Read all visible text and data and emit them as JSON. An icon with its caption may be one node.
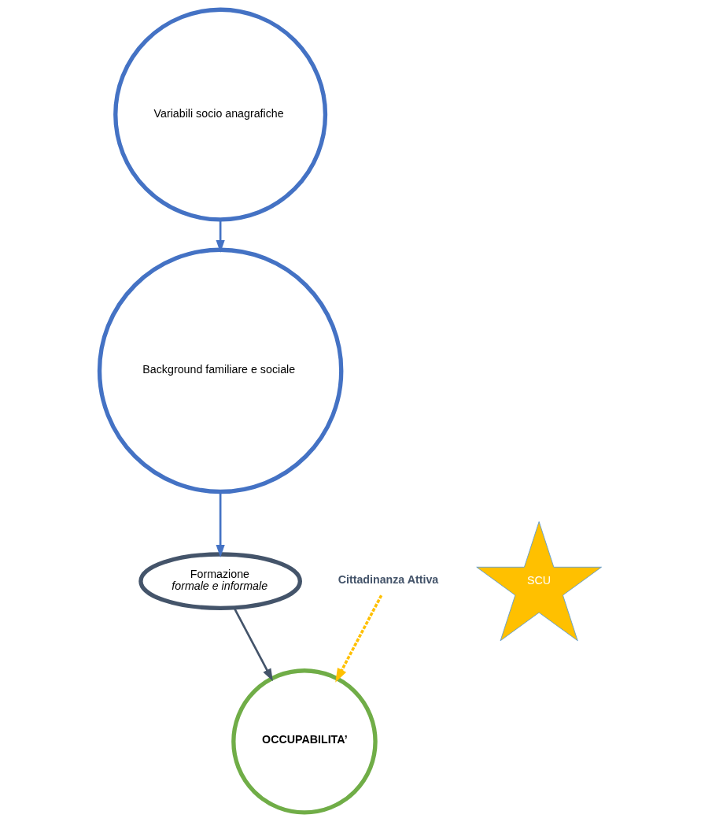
{
  "diagram": {
    "nodes": [
      {
        "text": [
          "Variabili socio anagrafiche"
        ]
      },
      {
        "text": [
          "Background familiare e sociale"
        ]
      },
      {
        "text": [
          "Formazione",
          "formale e informale"
        ]
      },
      {
        "text": [
          "Cittadinanza Attiva"
        ]
      },
      {
        "text": [
          "SCU"
        ]
      },
      {
        "text": [
          "OCCUPABILITA’"
        ]
      }
    ],
    "edges": [
      {
        "from": 0,
        "to": 1,
        "arrow": "to",
        "color": "#4472c4"
      },
      {
        "from": 1,
        "to": 2,
        "arrow": "to",
        "color": "#4472c4"
      },
      {
        "from": 2,
        "to": 5,
        "arrow": "to",
        "color": "#44546a"
      },
      {
        "from": 3,
        "to": 5,
        "arrow": "to",
        "style": "dashed",
        "color": "#ffc000"
      }
    ]
  }
}
